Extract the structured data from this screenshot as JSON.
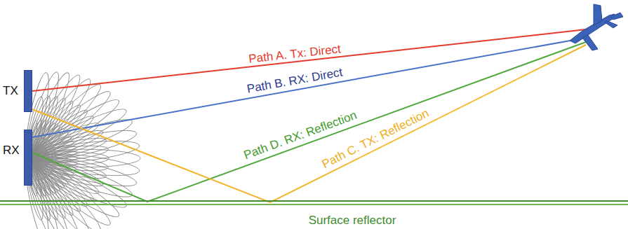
{
  "diagram": {
    "nodes": [
      {
        "text": [
          "TX"
        ]
      },
      {
        "text": [
          "RX"
        ]
      }
    ],
    "labels": [
      "Path A. Tx: Direct",
      "Path B. RX: Direct",
      "Path D. RX: Reflection",
      "Path C. TX: Reflection",
      "Surface reflector"
    ]
  }
}
